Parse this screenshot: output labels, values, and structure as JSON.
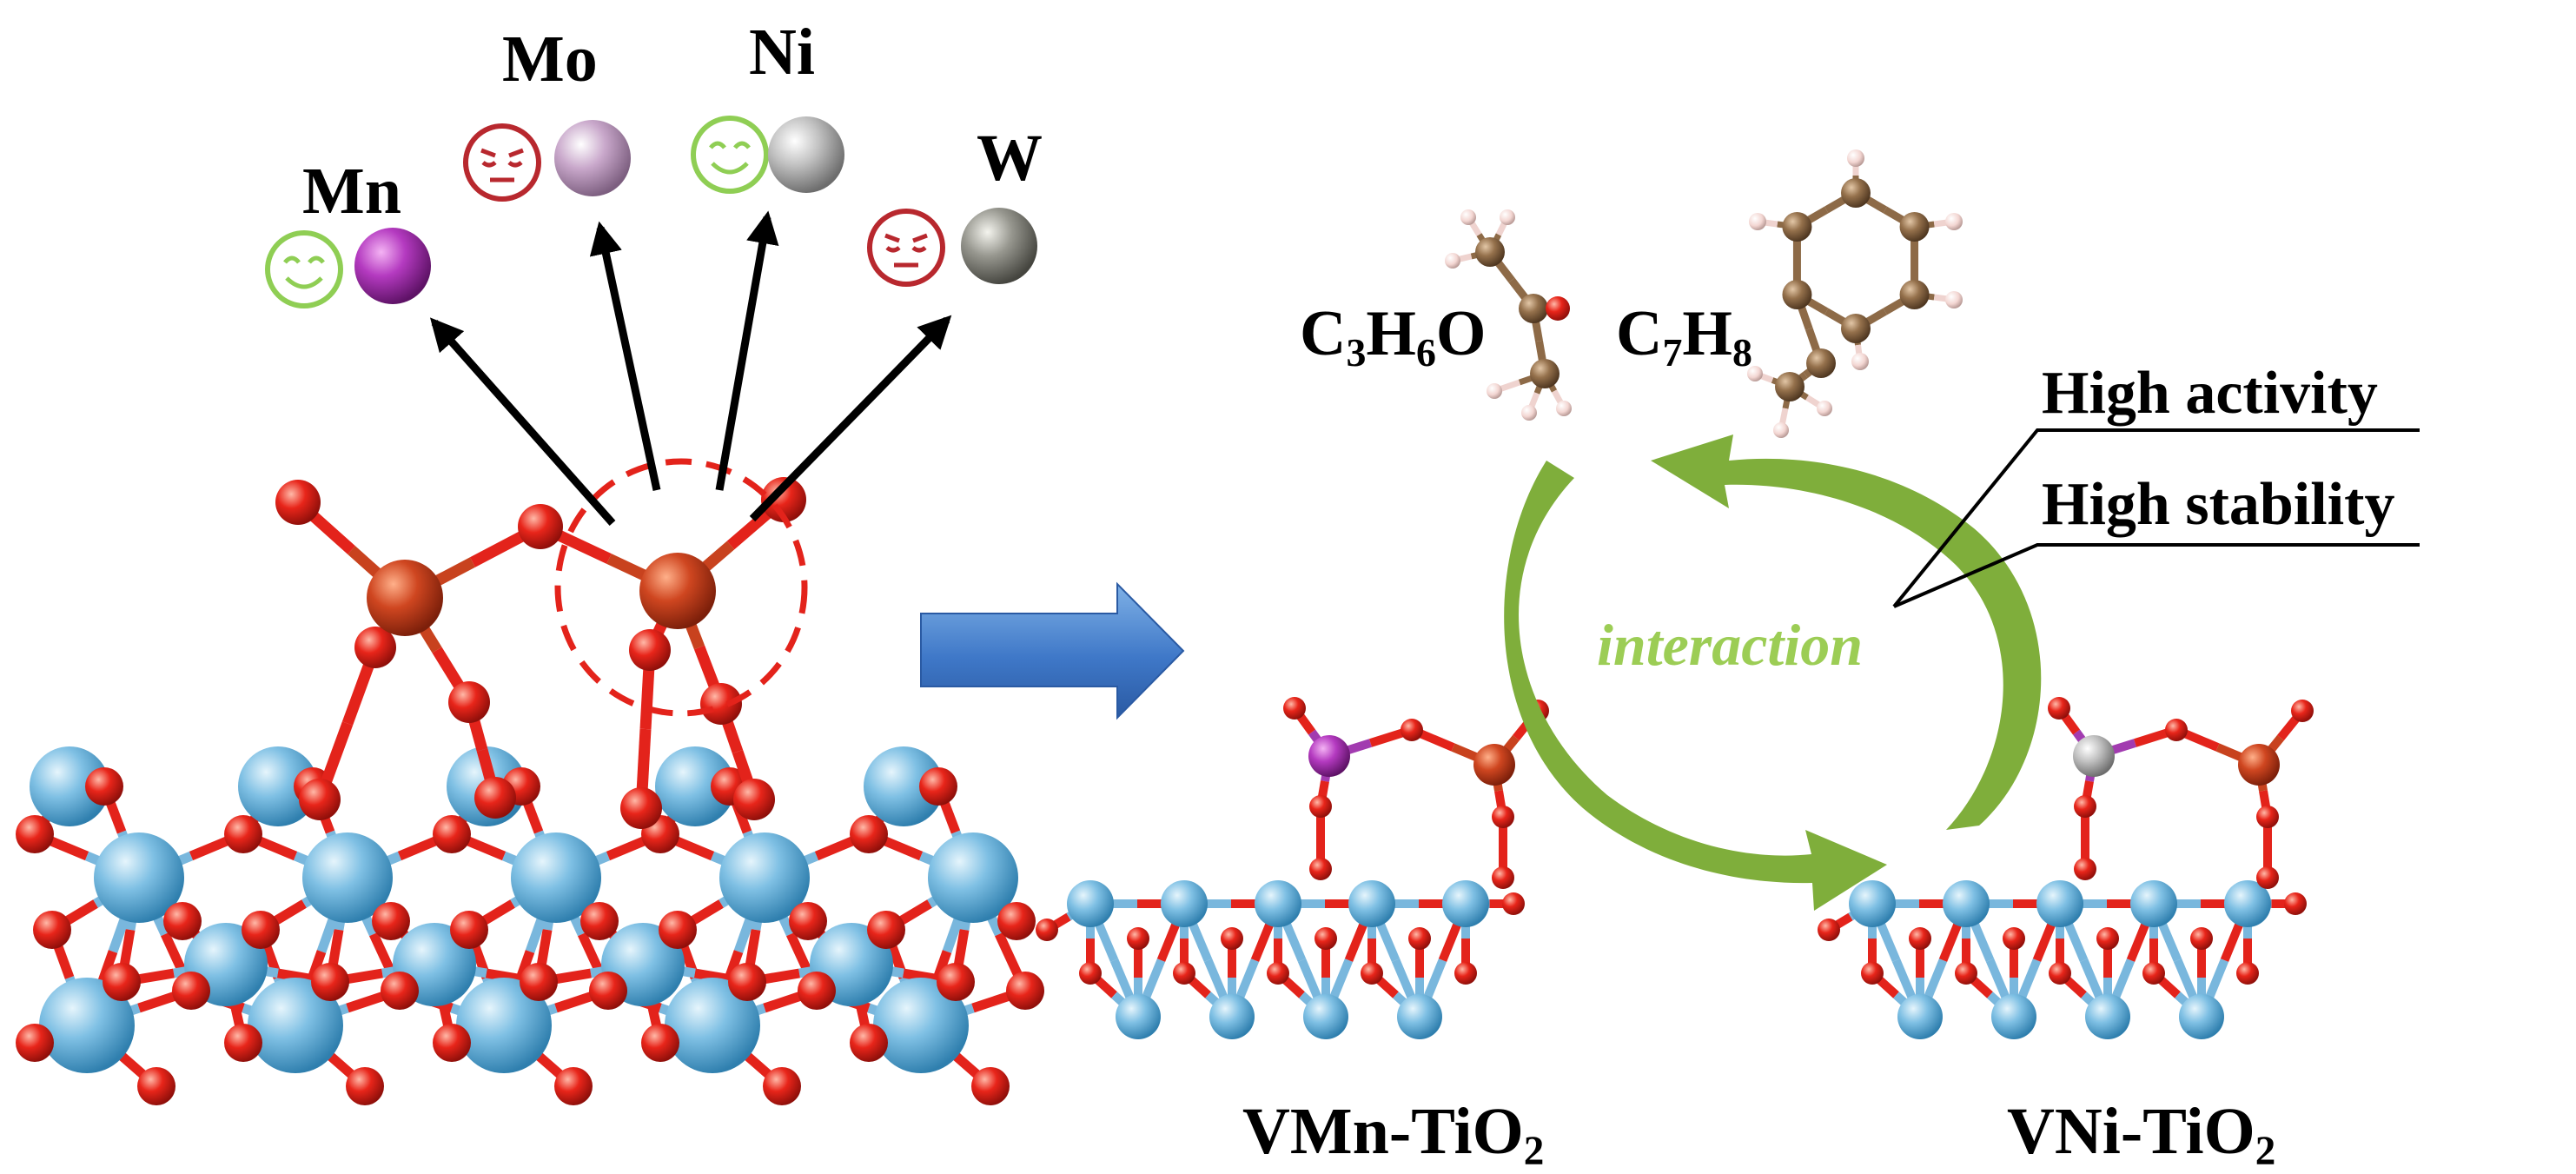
{
  "dopants": [
    {
      "symbol": "Mn",
      "face": "happy",
      "atom_color": "#a23bb0"
    },
    {
      "symbol": "Mo",
      "face": "unhappy",
      "atom_color": "#c9a6c9"
    },
    {
      "symbol": "Ni",
      "face": "happy",
      "atom_color": "#b9b9b9"
    },
    {
      "symbol": "W",
      "face": "unhappy",
      "atom_color": "#8e8e86"
    }
  ],
  "molecules": {
    "acetone": {
      "formula_parts": [
        "C",
        "3",
        "H",
        "6",
        "O"
      ]
    },
    "toluene": {
      "formula_parts": [
        "C",
        "7",
        "H",
        "8"
      ]
    }
  },
  "properties": {
    "activity": "High activity",
    "stability": "High stability"
  },
  "cycle_label": "interaction",
  "catalysts": {
    "left": {
      "prefix": "VMn-TiO",
      "subscript": "2"
    },
    "right": {
      "prefix": "VNi-TiO",
      "subscript": "2"
    }
  },
  "colors": {
    "happy_face": "#8fce54",
    "unhappy_face": "#b8282e",
    "cycle_arrow": "#7fae3b",
    "interaction_text": "#9ccd55",
    "process_arrow": "#3a6fc4",
    "oxygen": "#e3231b",
    "titanium": "#6fb5dc",
    "vanadium": "#c8421e",
    "carbon": "#8d6a47",
    "hydrogen": "#f2d8d4"
  }
}
